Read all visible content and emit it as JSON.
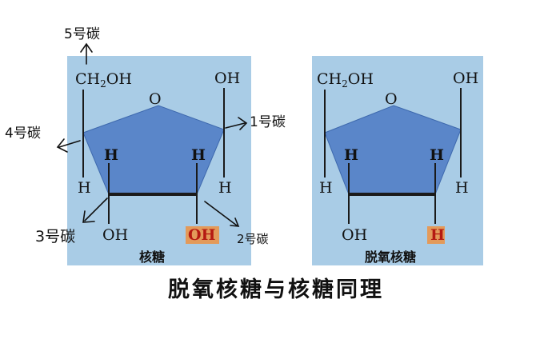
{
  "colors": {
    "panel_bg": "#a9cce6",
    "ring_fill": "#5a86c9",
    "bond": "#1a1a1a",
    "highlight_bg": "#e39a5a",
    "highlight_text": "#b51a12"
  },
  "ribose": {
    "c5_group": "CH2OH",
    "ring_oxygen": "O",
    "c1_oh": "OH",
    "c4_h": "H",
    "c3_h": "H",
    "c2_h": "H",
    "c1_h": "H",
    "c3_oh": "OH",
    "c2_oh": "OH",
    "name": "核糖"
  },
  "deoxyribose": {
    "c5_group": "CH2OH",
    "ring_oxygen": "O",
    "c1_oh": "OH",
    "c4_h": "H",
    "c3_h": "H",
    "c2_h": "H",
    "c1_h": "H",
    "c3_oh": "OH",
    "c2_h_highlight": "H",
    "name": "脱氧核糖"
  },
  "annotations": {
    "c5": "5号碳",
    "c4": "4号碳",
    "c1": "1号碳",
    "c3": "3号碳",
    "c2": "2号碳"
  },
  "caption": "脱氧核糖与核糖同理"
}
